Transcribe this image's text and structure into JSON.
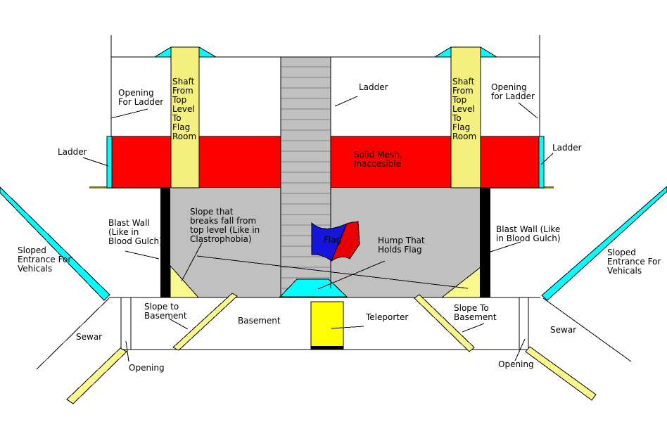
{
  "diagram": {
    "description_type": "game-level-cross-section-diagram",
    "labels": {
      "opening_for_ladder_left": "Opening\nFor Ladder",
      "shaft_left": "Shaft\nFrom\nTop\nLevel\nTo\nFlag\nRoom",
      "ladder_center": "Ladder",
      "shaft_right": "Shaft\nFrom\nTop\nLevel\nTo\nFlag\nRoom",
      "opening_for_ladder_right": "Opening\nfor Ladder",
      "ladder_left": "Ladder",
      "solid_mesh": "Solid Mesh,\nInaccesible",
      "ladder_right": "Ladder",
      "blast_wall_left": "Blast Wall\n(Like in\nBlood Gulch)",
      "slope_breaks_fall": "Slope that\nbreaks fall from\ntop level (Like in\nClastrophobia)",
      "flag": "Flag",
      "hump": "Hump That\nHolds Flag",
      "blast_wall_right": "Blast Wall (Like\nin Blood Gulch)",
      "sloped_entrance_left": "Sloped\nEntrance For\nVehicals",
      "sloped_entrance_right": "Sloped\nEntrance For\nVehicals",
      "slope_to_basement_left": "Slope to\nBasement",
      "basement": "Basement",
      "teleporter": "Teleporter",
      "slope_to_basement_right": "Slope To\nBasement",
      "sewar_left": "Sewar",
      "sewar_right": "Sewar",
      "opening_left": "Opening",
      "opening_right": "Opening"
    },
    "colors": {
      "background": "#FFFFFF",
      "outline": "#000000",
      "solid_mesh_red": "#FF0000",
      "structure_gray": "#C0C0C0",
      "rung_gray": "#808080",
      "cyan": "#00FFFF",
      "shaft_yellow": "#F5F07D",
      "slope_yellow": "#FAF78C",
      "teleporter_yellow": "#FFFF00",
      "flag_blue": "#1515DB",
      "flag_red": "#E80000",
      "ground_olive": "#808000",
      "text_black": "#000000"
    }
  }
}
